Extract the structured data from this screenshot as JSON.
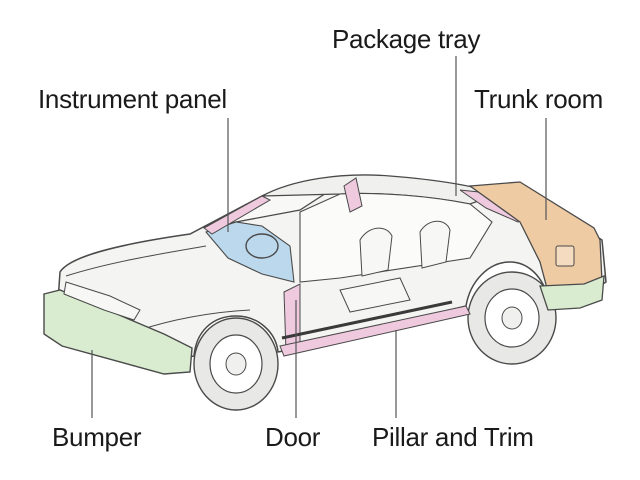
{
  "labels": {
    "package_tray": "Package tray",
    "instrument_panel": "Instrument panel",
    "trunk_room": "Trunk room",
    "bumper": "Bumper",
    "door": "Door",
    "pillar_and_trim": "Pillar and Trim"
  },
  "colors": {
    "outline": "#4a4a4a",
    "body": "#f4f4f2",
    "bumper_highlight": "#d9ecd0",
    "trim_highlight": "#efc9de",
    "instrument_highlight": "#bcd8ec",
    "trunk_highlight": "#efcba4",
    "leader": "#555555"
  }
}
